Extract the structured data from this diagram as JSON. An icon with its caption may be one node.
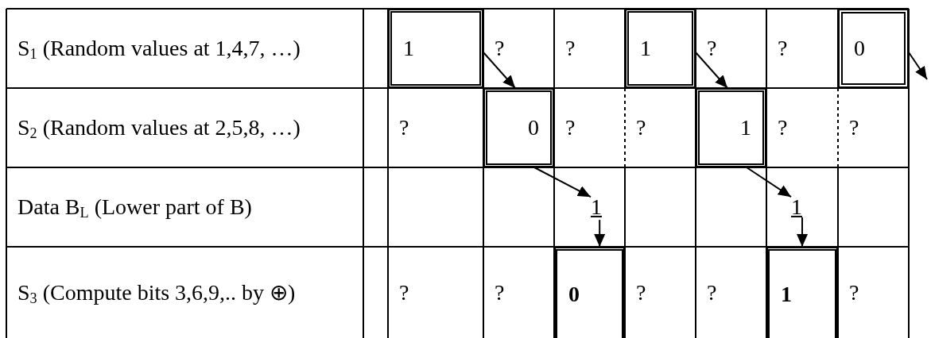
{
  "diagram": {
    "nodes": [
      {
        "text": [
          "1"
        ]
      },
      {
        "text": [
          "1"
        ]
      },
      {
        "text": [
          "0"
        ]
      },
      {
        "text": [
          "0"
        ]
      },
      {
        "text": [
          "1"
        ]
      },
      {
        "text": [
          "1"
        ]
      },
      {
        "text": [
          "1"
        ]
      },
      {
        "text": [
          "0"
        ]
      },
      {
        "text": [
          "1"
        ]
      }
    ],
    "edges": [
      {
        "from": 0,
        "to": 3,
        "arrow": "to"
      },
      {
        "from": 1,
        "to": 4,
        "arrow": "to"
      },
      {
        "from": 2,
        "to": null,
        "arrow": "to"
      },
      {
        "from": 3,
        "to": 5,
        "arrow": "to"
      },
      {
        "from": 4,
        "to": 6,
        "arrow": "to"
      },
      {
        "from": 5,
        "to": 7,
        "arrow": "to"
      },
      {
        "from": 6,
        "to": 8,
        "arrow": "to"
      }
    ],
    "labels": [
      "S$_{1}$ (Random values at 1,4,7, …)",
      "?",
      "?",
      "?",
      "?",
      "S$_{2}$ (Random values at 2,5,8, …)",
      "?",
      "?",
      "?",
      "?",
      "?",
      "Data B$_{L}$ (Lower part of B)",
      "S$_{3}$ (Compute bits 3,6,9,.. by ⊕)",
      "?",
      "?",
      "?",
      "?",
      "?"
    ]
  }
}
